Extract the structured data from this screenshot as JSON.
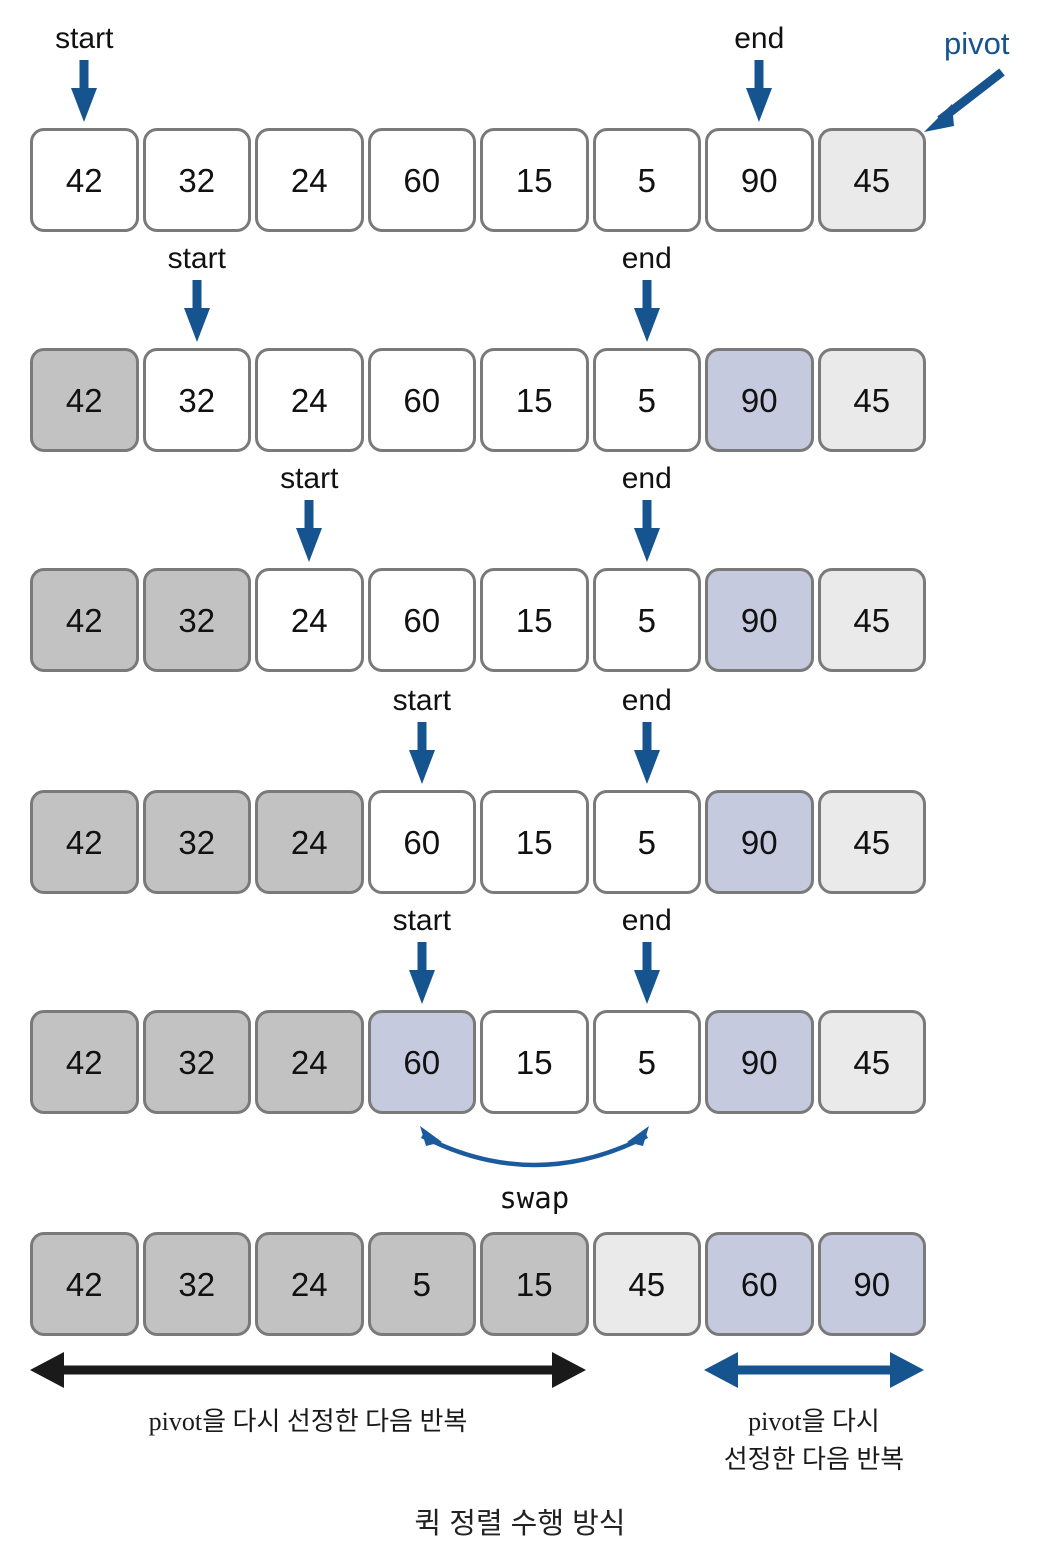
{
  "figure": {
    "caption": "퀵 정렬 수행 방식",
    "accent_blue": "#16548f",
    "arc_blue": "#1b5a9c",
    "box_border": "#7a7a7a",
    "fill_white": "#ffffff",
    "fill_gray": "#c2c2c2",
    "fill_pivot": "#eaeaea",
    "fill_blue": "#c5cadf",
    "black": "#1a1a1a"
  },
  "labels": {
    "start": "start",
    "end": "end",
    "pivot": "pivot",
    "swap": "swap"
  },
  "rows": [
    {
      "id": "row-1",
      "cells": [
        {
          "value": "42",
          "state": "white"
        },
        {
          "value": "32",
          "state": "white"
        },
        {
          "value": "24",
          "state": "white"
        },
        {
          "value": "60",
          "state": "white"
        },
        {
          "value": "15",
          "state": "white"
        },
        {
          "value": "5",
          "state": "white"
        },
        {
          "value": "90",
          "state": "white"
        },
        {
          "value": "45",
          "state": "pivot"
        }
      ],
      "start_index": 0,
      "end_index": 6,
      "pivot_index": 7
    },
    {
      "id": "row-2",
      "cells": [
        {
          "value": "42",
          "state": "gray"
        },
        {
          "value": "32",
          "state": "white"
        },
        {
          "value": "24",
          "state": "white"
        },
        {
          "value": "60",
          "state": "white"
        },
        {
          "value": "15",
          "state": "white"
        },
        {
          "value": "5",
          "state": "white"
        },
        {
          "value": "90",
          "state": "blue"
        },
        {
          "value": "45",
          "state": "pivot"
        }
      ],
      "start_index": 1,
      "end_index": 5,
      "pivot_index": 7
    },
    {
      "id": "row-3",
      "cells": [
        {
          "value": "42",
          "state": "gray"
        },
        {
          "value": "32",
          "state": "gray"
        },
        {
          "value": "24",
          "state": "white"
        },
        {
          "value": "60",
          "state": "white"
        },
        {
          "value": "15",
          "state": "white"
        },
        {
          "value": "5",
          "state": "white"
        },
        {
          "value": "90",
          "state": "blue"
        },
        {
          "value": "45",
          "state": "pivot"
        }
      ],
      "start_index": 2,
      "end_index": 5,
      "pivot_index": 7
    },
    {
      "id": "row-4",
      "cells": [
        {
          "value": "42",
          "state": "gray"
        },
        {
          "value": "32",
          "state": "gray"
        },
        {
          "value": "24",
          "state": "gray"
        },
        {
          "value": "60",
          "state": "white"
        },
        {
          "value": "15",
          "state": "white"
        },
        {
          "value": "5",
          "state": "white"
        },
        {
          "value": "90",
          "state": "blue"
        },
        {
          "value": "45",
          "state": "pivot"
        }
      ],
      "start_index": 3,
      "end_index": 5,
      "pivot_index": 7
    },
    {
      "id": "row-5",
      "cells": [
        {
          "value": "42",
          "state": "gray"
        },
        {
          "value": "32",
          "state": "gray"
        },
        {
          "value": "24",
          "state": "gray"
        },
        {
          "value": "60",
          "state": "blue"
        },
        {
          "value": "15",
          "state": "white"
        },
        {
          "value": "5",
          "state": "white"
        },
        {
          "value": "90",
          "state": "blue"
        },
        {
          "value": "45",
          "state": "pivot"
        }
      ],
      "start_index": 3,
      "end_index": 5,
      "pivot_index": 7,
      "swap_from_index": 3,
      "swap_to_index": 5
    },
    {
      "id": "row-6",
      "cells": [
        {
          "value": "42",
          "state": "gray"
        },
        {
          "value": "32",
          "state": "gray"
        },
        {
          "value": "24",
          "state": "gray"
        },
        {
          "value": "5",
          "state": "gray"
        },
        {
          "value": "15",
          "state": "gray"
        },
        {
          "value": "45",
          "state": "pivot"
        },
        {
          "value": "60",
          "state": "blue"
        },
        {
          "value": "90",
          "state": "blue"
        }
      ]
    }
  ],
  "bottom": {
    "left_caption": "pivot을 다시 선정한 다음 반복",
    "right_caption_line1": "pivot을 다시",
    "right_caption_line2": "선정한 다음 반복"
  }
}
